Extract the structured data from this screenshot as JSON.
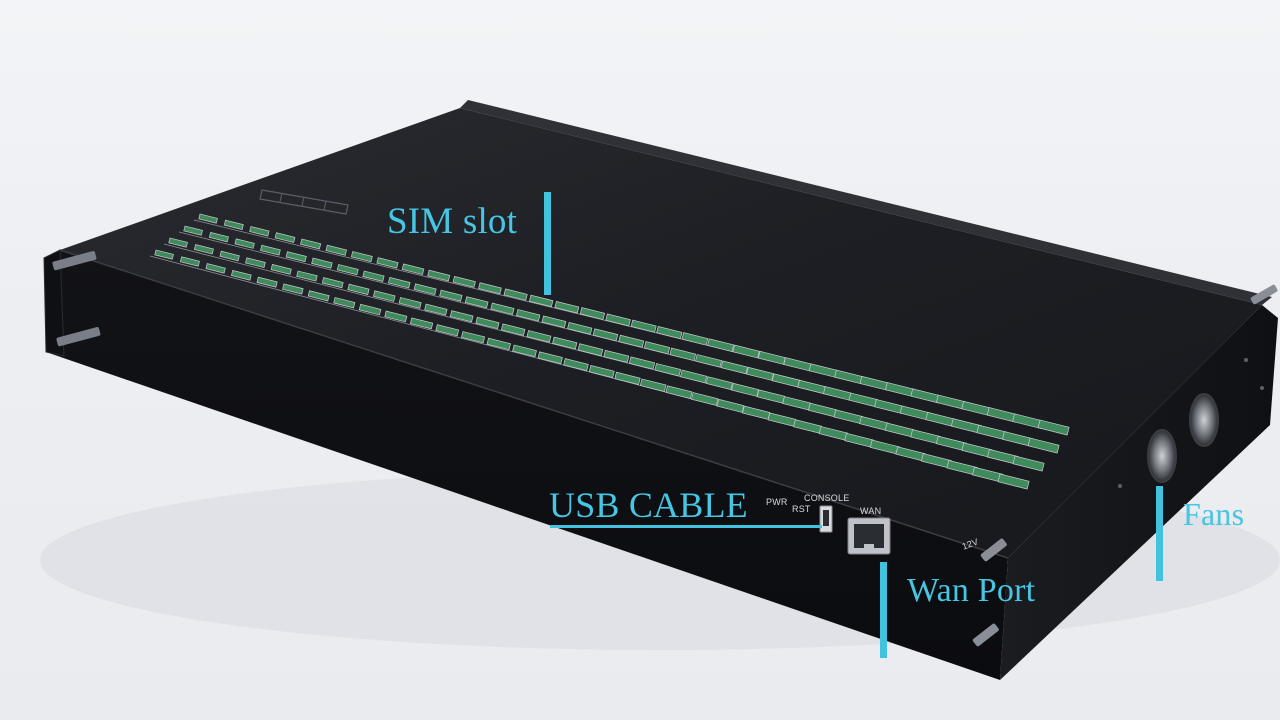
{
  "callouts": {
    "sim_slot": "SIM slot",
    "usb_cable": "USB CABLE",
    "wan_port": "Wan Port",
    "fans": "Fans"
  },
  "port_labels": {
    "pwr": "PWR",
    "rst": "RST",
    "console": "CONSOLE",
    "wan": "WAN",
    "power_12v": "12V"
  },
  "colors": {
    "callout": "#46c6e3",
    "chassis": "#15171b",
    "sim_green": "#3f8b5b",
    "background": "#eceef2"
  },
  "icons": {
    "usb_port": "usb-port-icon",
    "ethernet_port": "ethernet-port-icon",
    "fan": "fan-icon"
  }
}
